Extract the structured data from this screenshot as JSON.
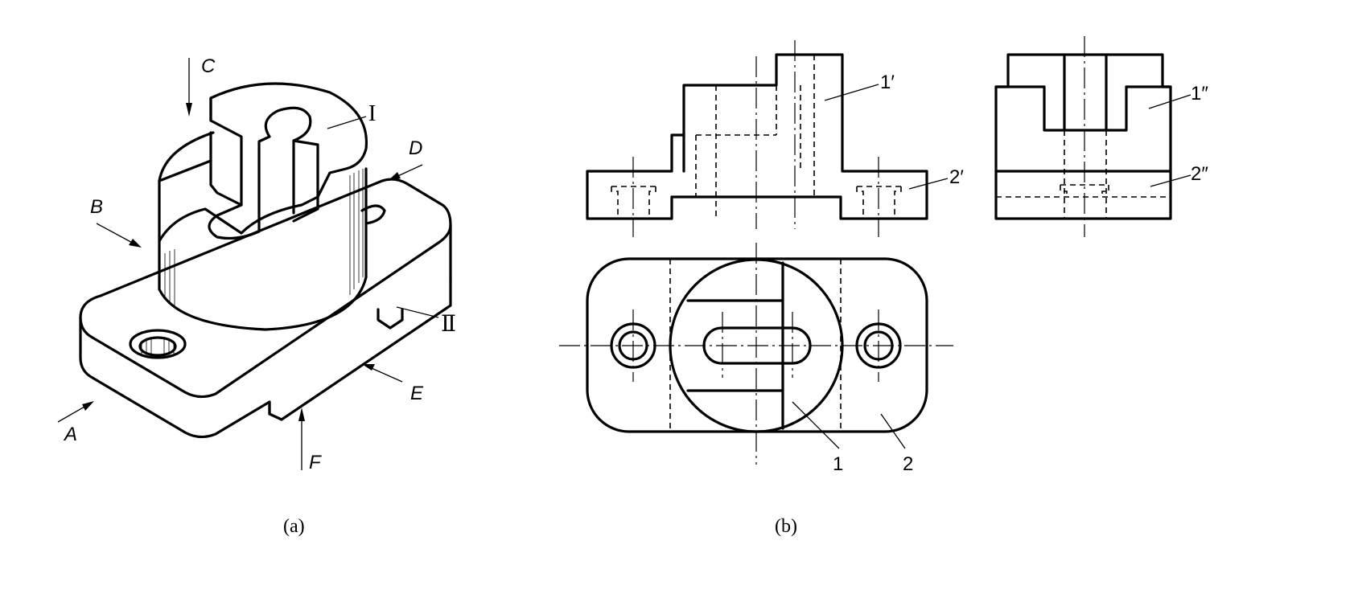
{
  "view_a": {
    "caption": "(a)",
    "direction_labels": {
      "A": "A",
      "B": "B",
      "C": "C",
      "D": "D",
      "E": "E",
      "F": "F"
    },
    "part_labels": {
      "I": "I",
      "II": "Ⅱ"
    }
  },
  "view_b": {
    "caption": "(b)",
    "front_labels": {
      "one_prime": "1′",
      "two_prime": "2′"
    },
    "side_labels": {
      "one_dprime": "1″",
      "two_dprime": "2″"
    },
    "top_labels": {
      "one": "1",
      "two": "2"
    }
  }
}
